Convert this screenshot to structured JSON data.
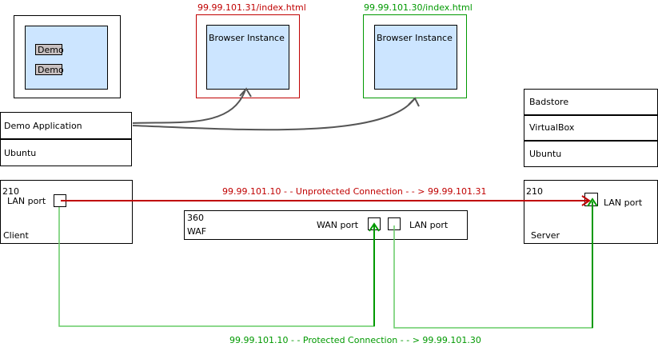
{
  "colors": {
    "red": "#c00000",
    "green": "#009900",
    "light_blue": "#cce5ff",
    "gray_button": "#c8c0c0"
  },
  "monitor_client": {
    "buttons": [
      "Demo",
      "Demo"
    ]
  },
  "browser_red": {
    "url": "99.99.101.31/index.html",
    "title": "Browser Instance"
  },
  "browser_green": {
    "url": "99.99.101.30/index.html",
    "title": "Browser Instance"
  },
  "client_stack": {
    "app": "Demo Application",
    "os": "Ubuntu"
  },
  "server_stack": {
    "app": "Badstore",
    "virt": "VirtualBox",
    "os": "Ubuntu"
  },
  "client_device": {
    "model": "210",
    "port": "LAN port",
    "name": "Client"
  },
  "waf_device": {
    "model": "360",
    "name": "WAF",
    "wan_port": "WAN port",
    "lan_port": "LAN port"
  },
  "server_device": {
    "model": "210",
    "port": "LAN port",
    "name": "Server"
  },
  "connections": {
    "unprotected": "99.99.101.10 - - Unprotected Connection - - > 99.99.101.31",
    "protected": "99.99.101.10 - - Protected Connection - - > 99.99.101.30"
  }
}
